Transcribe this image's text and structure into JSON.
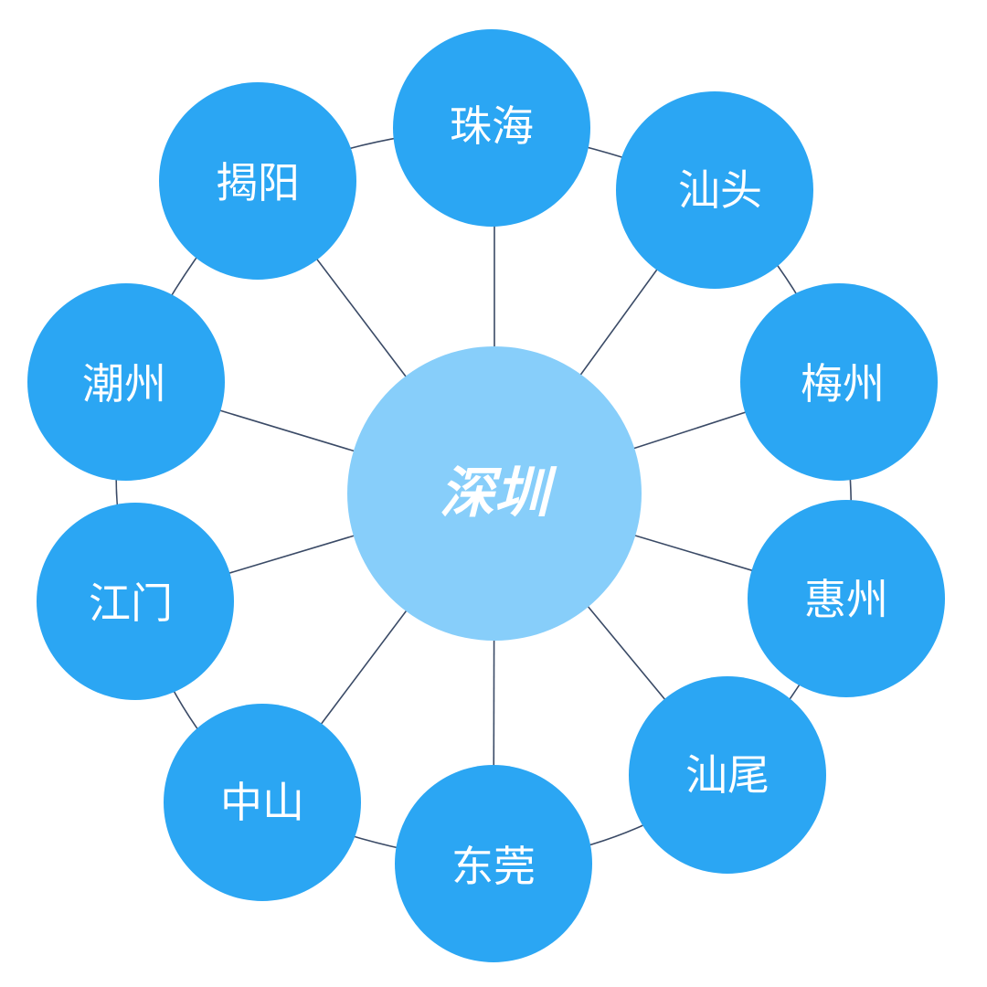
{
  "center": {
    "label": "深圳"
  },
  "cities": [
    {
      "label": "珠海"
    },
    {
      "label": "汕头"
    },
    {
      "label": "梅州"
    },
    {
      "label": "惠州"
    },
    {
      "label": "汕尾"
    },
    {
      "label": "东莞"
    },
    {
      "label": "中山"
    },
    {
      "label": "江门"
    },
    {
      "label": "潮州"
    },
    {
      "label": "揭阳"
    }
  ],
  "colors": {
    "center_fill": "#87cefa",
    "node_fill": "#2ba6f3",
    "connector": "#3a4a66",
    "label": "#ffffff"
  }
}
